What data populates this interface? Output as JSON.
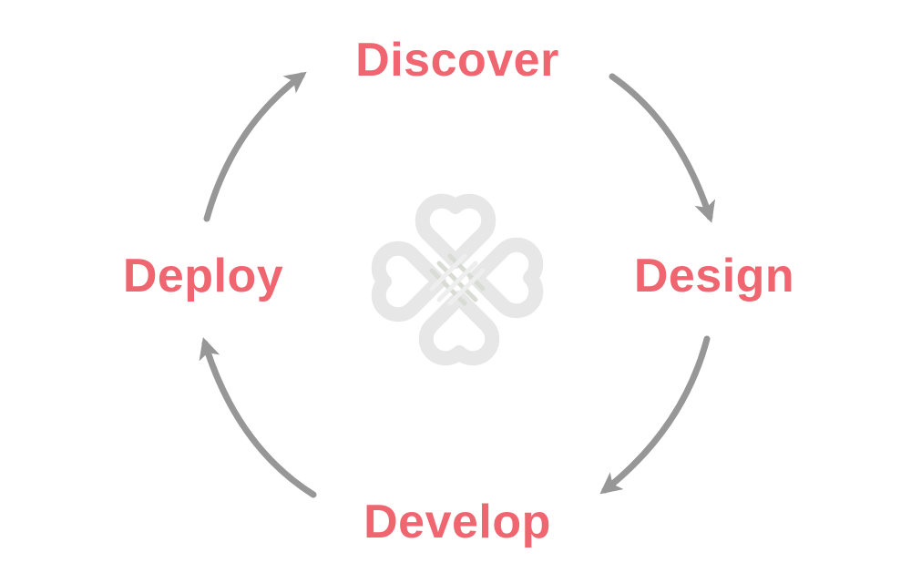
{
  "stages": {
    "discover": "Discover",
    "design": "Design",
    "develop": "Develop",
    "deploy": "Deploy"
  },
  "colors": {
    "label": "#ef6670",
    "arrow": "#979797",
    "logo": "#e7e7e7",
    "logo_weave": "#d9dcd4",
    "background": "#ffffff"
  },
  "icons": {
    "center": "heart-knot-logo-icon",
    "arrow_head": "arrowhead"
  }
}
